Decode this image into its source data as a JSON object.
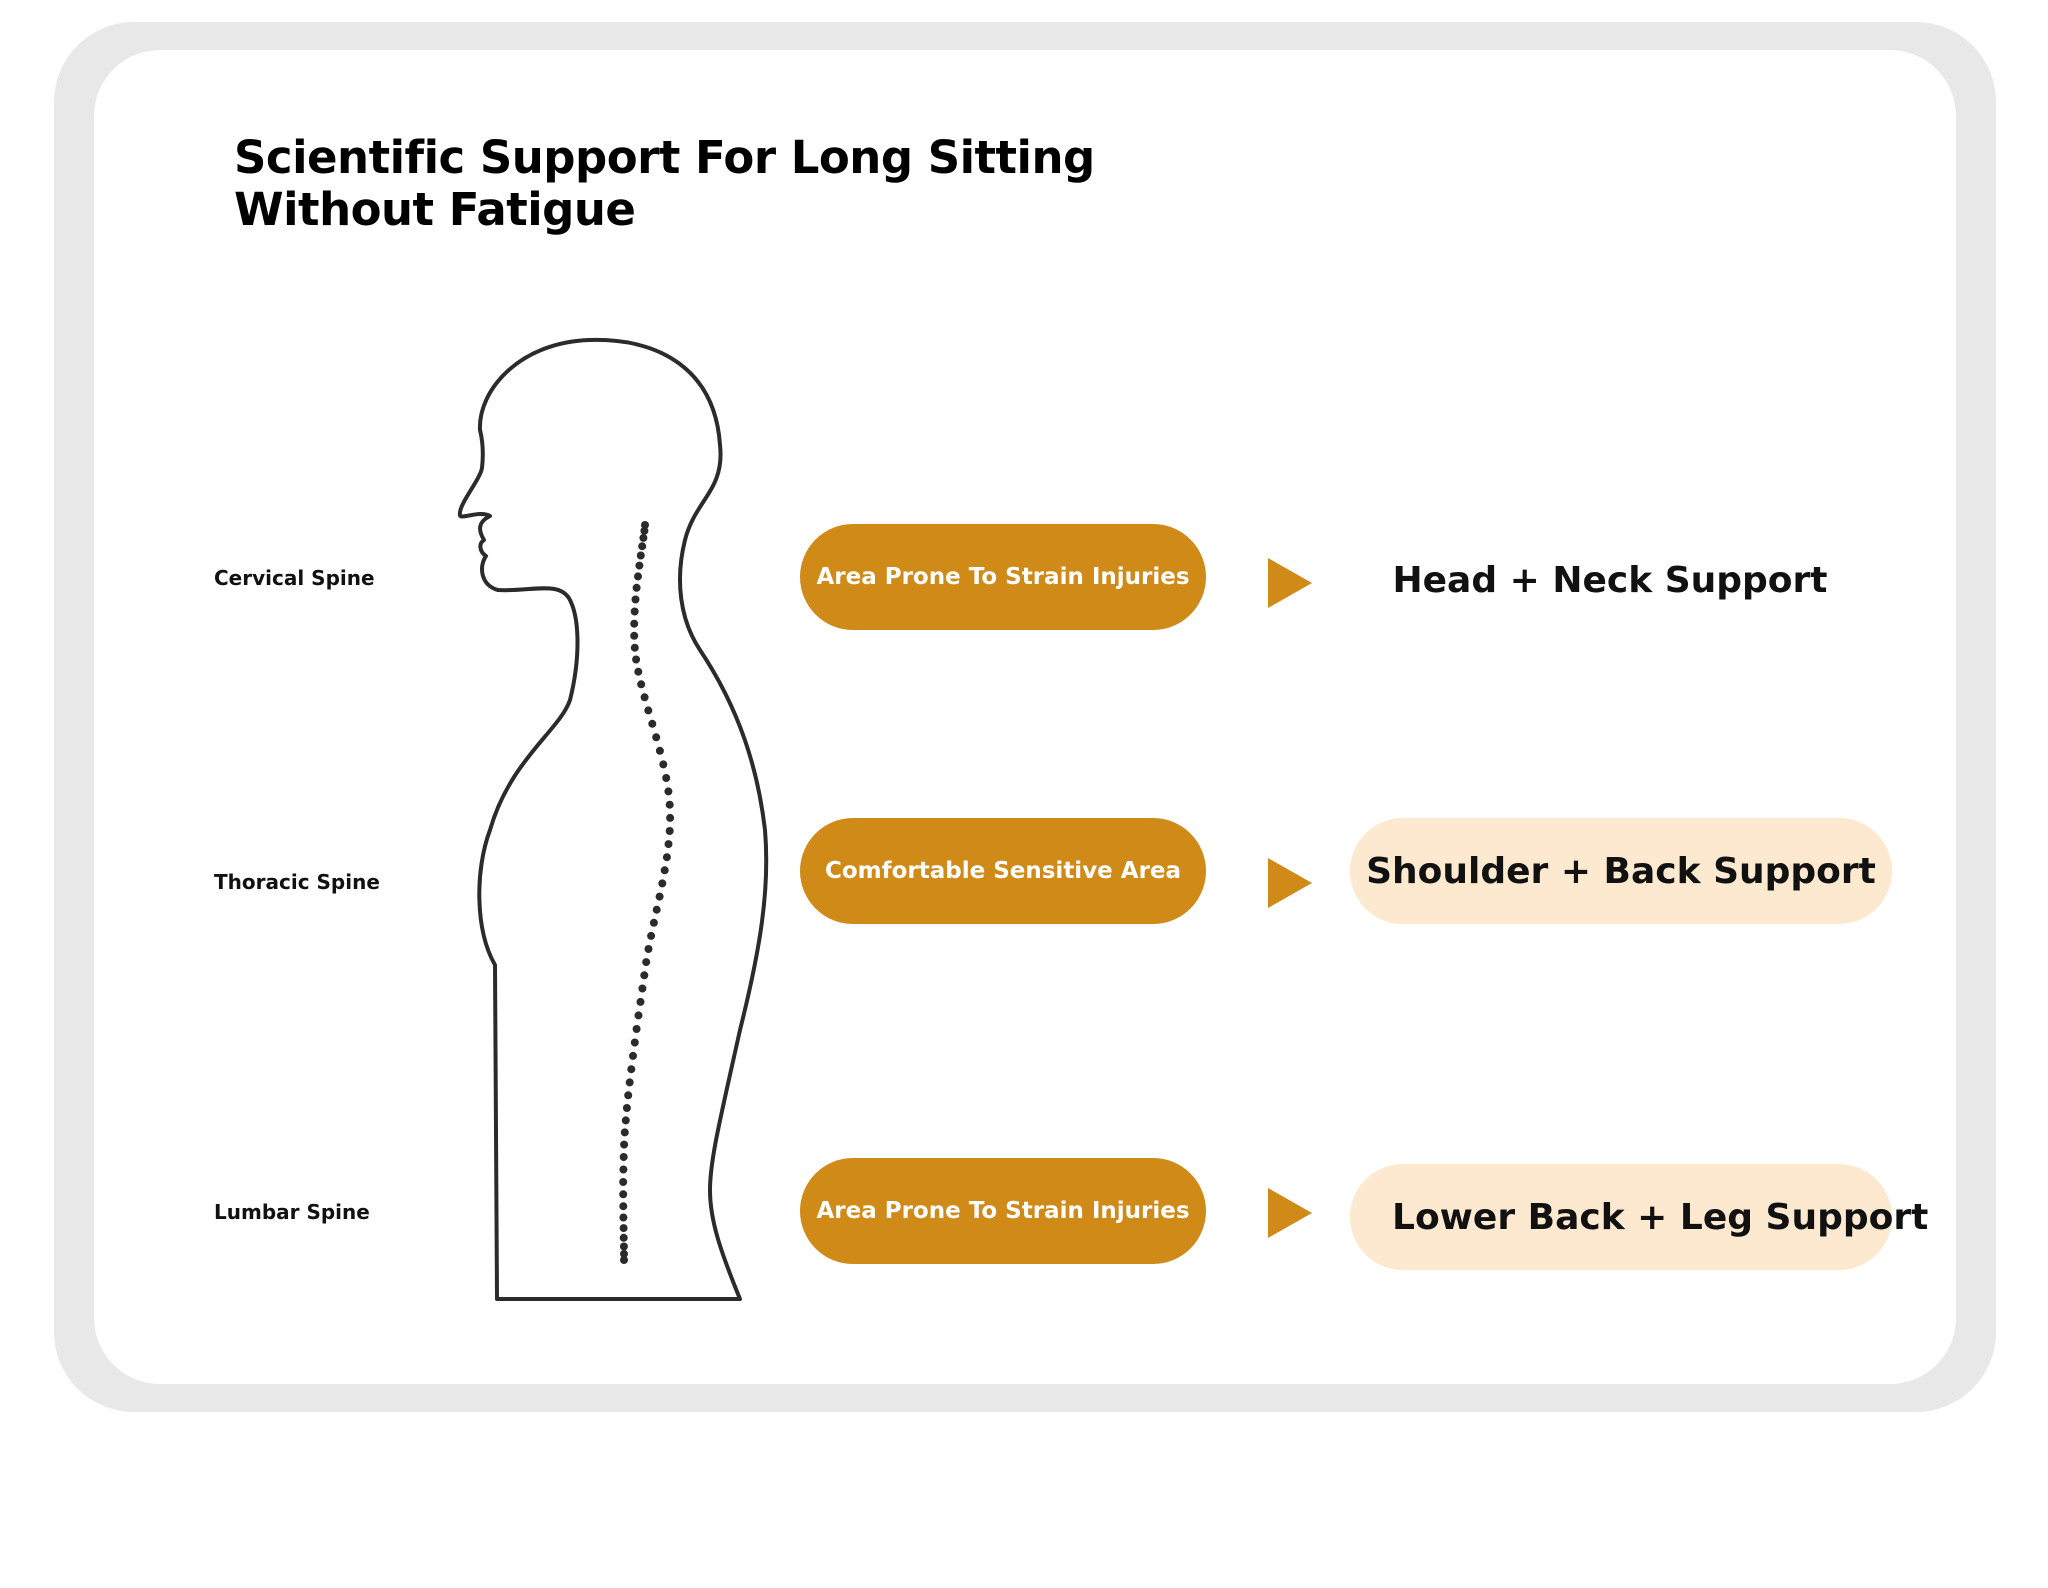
{
  "title_line1": "Scientific Support For Long Sitting",
  "title_line2": "Without Fatigue",
  "labels": {
    "cervical": "Cervical Spine",
    "thoracic": "Thoracic Spine",
    "lumbar": "Lumbar Spine"
  },
  "areas": {
    "top": "Area Prone To Strain Injuries",
    "middle": "Comfortable Sensitive Area",
    "bottom": "Area Prone To Strain Injuries"
  },
  "supports": {
    "top": "Head + Neck Support",
    "middle": "Shoulder + Back Support",
    "bottom": "Lower Back + Leg Support"
  },
  "colors": {
    "accent": "#d08a17",
    "support_fill": "#fce9cf",
    "frame": "#e8e8e8"
  }
}
